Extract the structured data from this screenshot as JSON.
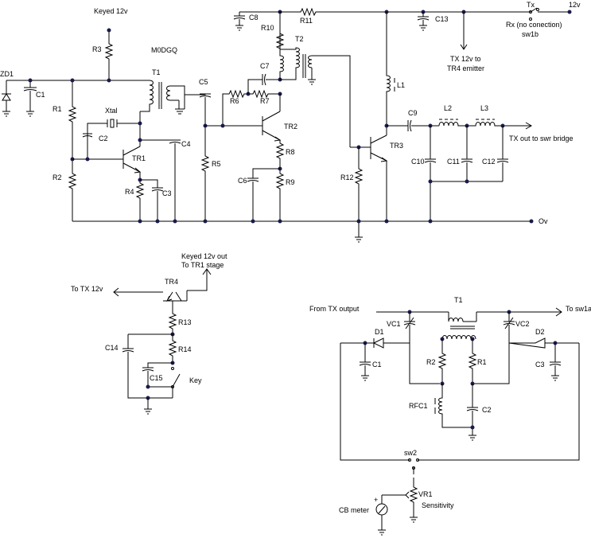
{
  "title": "M0DGQ",
  "labels": {
    "keyed12v": "Keyed 12v",
    "r3": "R3",
    "zd1": "ZD1",
    "c1": "C1",
    "r1": "R1",
    "r2": "R2",
    "t1": "T1",
    "xtal": "Xtal",
    "c2": "C2",
    "tr1": "TR1",
    "r4": "R4",
    "c3": "C3",
    "c4": "C4",
    "c5": "C5",
    "r5": "R5",
    "c8": "C8",
    "r10": "R10",
    "r11": "R11",
    "t2": "T2",
    "c7": "C7",
    "r6": "R6",
    "r7": "R7",
    "tr2": "TR2",
    "r8": "R8",
    "r9": "R9",
    "c6": "C6",
    "c13": "C13",
    "tx": "Tx",
    "v12": "12v",
    "rx": "Rx (no conection)",
    "sw1b": "sw1b",
    "tx12_line1": "TX 12v to",
    "tx12_line2": "TR4 emitter",
    "l1": "L1",
    "c9": "C9",
    "l2": "L2",
    "l3": "L3",
    "txout": "TX out to swr bridge",
    "tr3": "TR3",
    "r12": "R12",
    "c10": "C10",
    "c11": "C11",
    "c12": "C12",
    "ov": "Ov",
    "keyedout_line1": "Keyed 12v out",
    "keyedout_line2": "To TR1 stage",
    "tr4": "TR4",
    "totx12": "To TX 12v",
    "r13": "R13",
    "c14": "C14",
    "r14": "R14",
    "c15": "C15",
    "key": "Key",
    "t1b": "T1",
    "fromtx": "From TX output",
    "tosw1a": "To sw1a",
    "vc1": "VC1",
    "vc2": "VC2",
    "d1": "D1",
    "d2": "D2",
    "c1b": "C1",
    "c3b": "C3",
    "r2b": "R2",
    "r1b": "R1",
    "rfc1": "RFC1",
    "c2b": "C2",
    "sw2": "sw2",
    "vr1": "VR1",
    "sens": "Sensitivity",
    "cbmeter": "CB meter",
    "plus": "+"
  }
}
